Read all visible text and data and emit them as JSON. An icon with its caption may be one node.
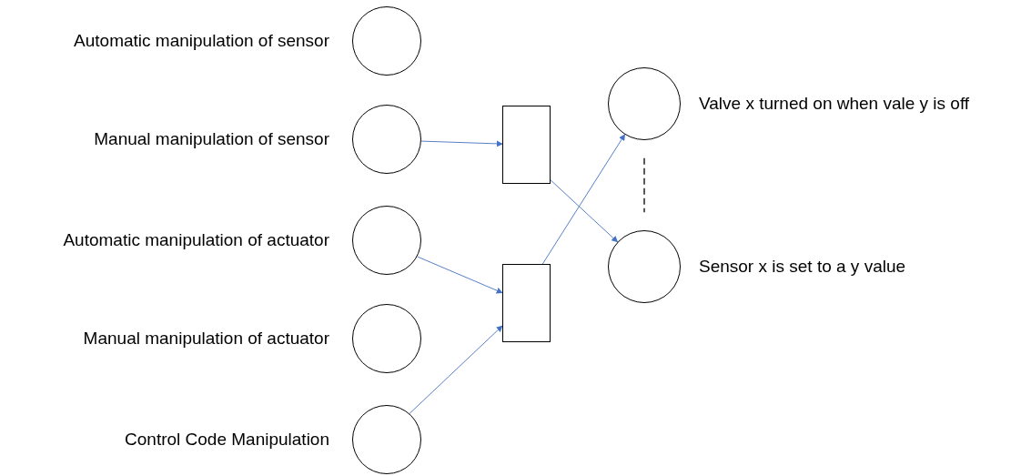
{
  "diagram": {
    "nodes": [
      {
        "text": [],
        "shape": "circle",
        "beside": [
          "Automatic manipulation of sensor"
        ]
      },
      {
        "text": [],
        "shape": "circle",
        "beside": [
          "Manual manipulation of sensor"
        ]
      },
      {
        "text": [],
        "shape": "circle",
        "beside": [
          "Automatic manipulation of actuator"
        ]
      },
      {
        "text": [],
        "shape": "circle",
        "beside": [
          "Manual manipulation of actuator"
        ]
      },
      {
        "text": [],
        "shape": "circle",
        "beside": [
          "Control Code Manipulation"
        ]
      },
      {
        "text": [],
        "shape": "box"
      },
      {
        "text": [],
        "shape": "box"
      },
      {
        "text": [],
        "shape": "circle",
        "beside": [
          "Valve x turned on when vale y is off"
        ]
      },
      {
        "text": [],
        "shape": "circle",
        "beside": [
          "Sensor x is set to a y value"
        ]
      }
    ],
    "edges": [
      {
        "from": 1,
        "to": 5,
        "arrow": "to"
      },
      {
        "from": 5,
        "to": 8,
        "arrow": "to"
      },
      {
        "from": 2,
        "to": 6,
        "arrow": "to"
      },
      {
        "from": 4,
        "to": 6,
        "arrow": "to"
      },
      {
        "from": 6,
        "to": 7,
        "arrow": "to"
      },
      {
        "from": 7,
        "to": 8,
        "arrow": "none",
        "style": "dashed",
        "color": "#000000"
      }
    ]
  }
}
